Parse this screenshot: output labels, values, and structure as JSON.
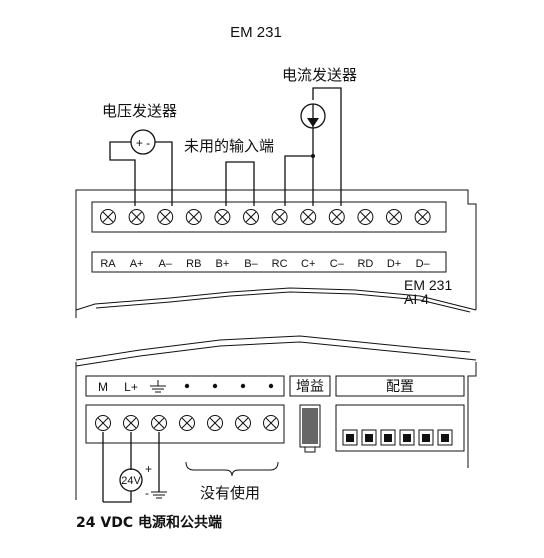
{
  "title": "EM 231",
  "top_module": {
    "terminal_labels": [
      "RA",
      "A+",
      "A–",
      "RB",
      "B+",
      "B–",
      "RC",
      "C+",
      "C–",
      "RD",
      "D+",
      "D–"
    ],
    "model_line1": "EM 231",
    "model_line2": "AI 4"
  },
  "annotations": {
    "voltage_transmitter": "电压发送器",
    "current_transmitter": "电流发送器",
    "unused_inputs": "未用的输入端",
    "voltage_source_symbol": "+ -"
  },
  "bottom_module": {
    "power_labels": [
      "M",
      "L+"
    ],
    "gain_label": "增益",
    "config_label": "配置",
    "supply_voltage": "24V",
    "plus_sign": "+",
    "minus_sign": "-",
    "not_used": "没有使用",
    "caption": "24 VDC 电源和公共端",
    "dip_switch_count": 6
  }
}
